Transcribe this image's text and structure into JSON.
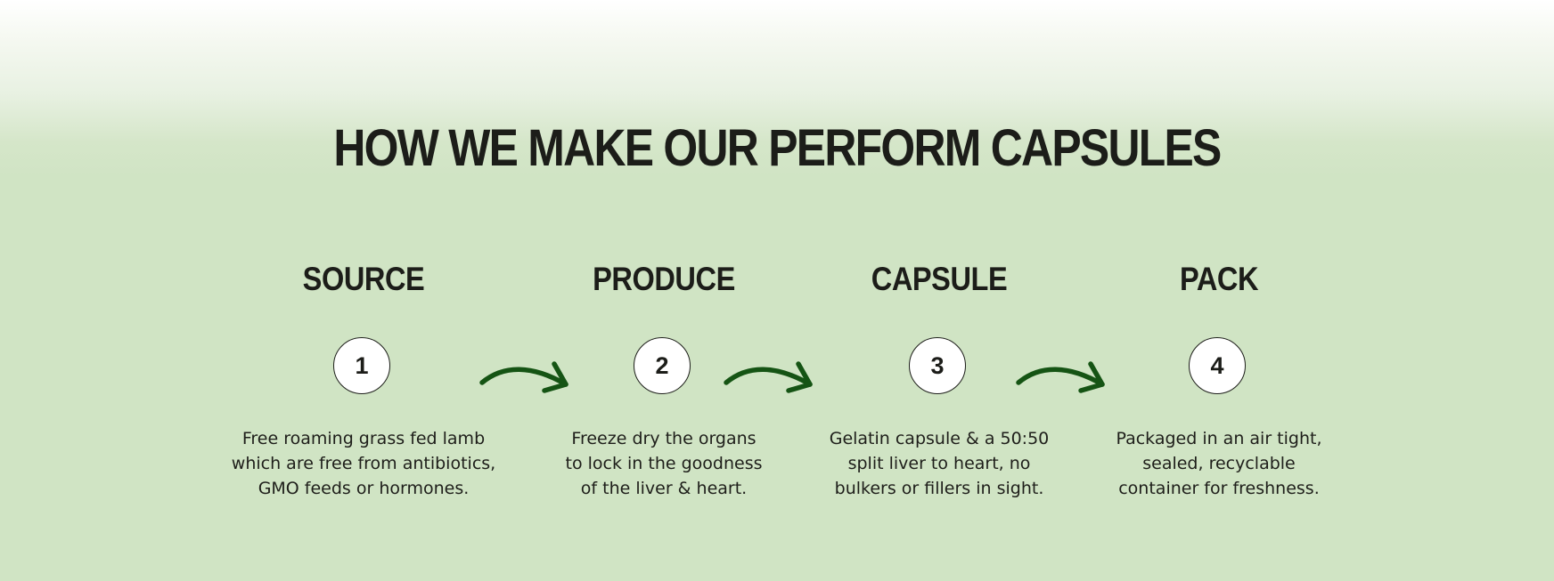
{
  "page": {
    "title": "HOW WE MAKE OUR PERFORM CAPSULES"
  },
  "steps": [
    {
      "title": "SOURCE",
      "number": "1",
      "description": [
        "Free roaming grass fed lamb",
        "which are free from antibiotics,",
        "GMO feeds or hormones."
      ]
    },
    {
      "title": "PRODUCE",
      "number": "2",
      "description": [
        "Freeze dry the organs",
        "to lock in the goodness",
        "of the liver & heart."
      ]
    },
    {
      "title": "CAPSULE",
      "number": "3",
      "description": [
        "Gelatin capsule & a 50:50",
        "split liver to heart, no",
        "bulkers or fillers in sight."
      ]
    },
    {
      "title": "PACK",
      "number": "4",
      "description": [
        "Packaged in an air tight,",
        "sealed, recyclable",
        "container for freshness."
      ]
    }
  ],
  "icons": {
    "arrow": "curved-arrow-right-icon"
  },
  "colors": {
    "background": "#d0e4c4",
    "arrow": "#155414",
    "text": "#1c1d19",
    "circle_fill": "#ffffff"
  }
}
